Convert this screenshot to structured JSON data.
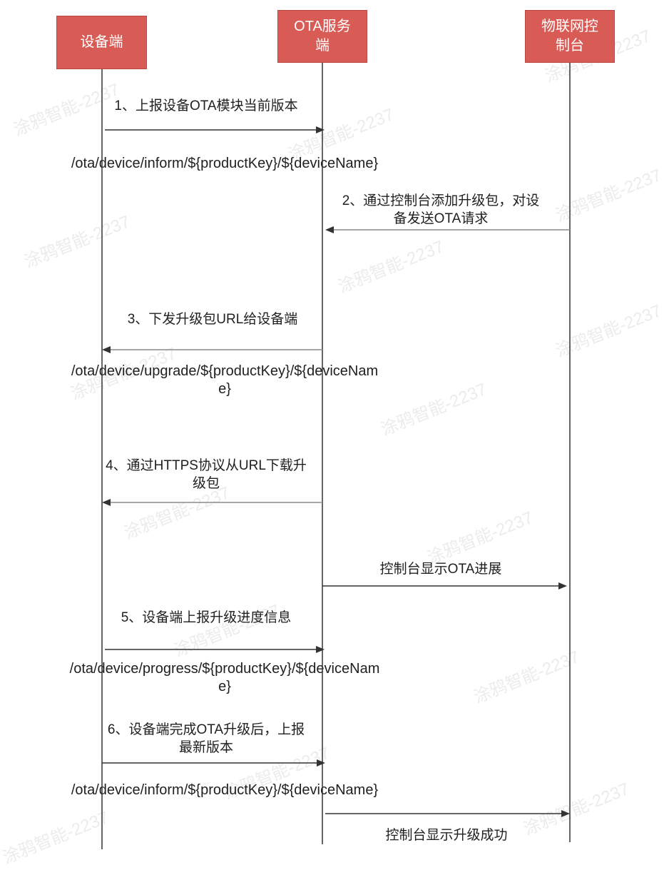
{
  "participants": [
    {
      "label_lines": [
        "设备端"
      ]
    },
    {
      "label_lines": [
        "OTA服务",
        "端"
      ]
    },
    {
      "label_lines": [
        "物联网控",
        "制台"
      ]
    }
  ],
  "messages": [
    {
      "label_lines": [
        "1、上报设备OTA模块当前版本"
      ],
      "topic_lines": [
        "/ota/device/inform/${productKey}/${deviceName}"
      ]
    },
    {
      "label_lines": [
        "2、通过控制台添加升级包，对设",
        "备发送OTA请求"
      ]
    },
    {
      "label_lines": [
        "3、下发升级包URL给设备端"
      ],
      "topic_lines": [
        "/ota/device/upgrade/${productKey}/${deviceNam",
        "e}"
      ]
    },
    {
      "label_lines": [
        "4、通过HTTPS协议从URL下载升",
        "级包"
      ]
    },
    {
      "label_lines": [
        "控制台显示OTA进展"
      ]
    },
    {
      "label_lines": [
        "5、设备端上报升级进度信息"
      ],
      "topic_lines": [
        "/ota/device/progress/${productKey}/${deviceNam",
        "e}"
      ]
    },
    {
      "label_lines": [
        "6、设备端完成OTA升级后，上报",
        "最新版本"
      ],
      "topic_lines": [
        "/ota/device/inform/${productKey}/${deviceName}"
      ]
    },
    {
      "label_lines": [
        "控制台显示升级成功"
      ]
    }
  ],
  "watermark_text": "涂鸦智能-2237",
  "colors": {
    "participant_fill": "#d95b55",
    "participant_border": "#b9463f",
    "line": "#333333",
    "line_light": "#8a8a8a",
    "text": "#1f1f1f",
    "watermark": "#ececec"
  }
}
